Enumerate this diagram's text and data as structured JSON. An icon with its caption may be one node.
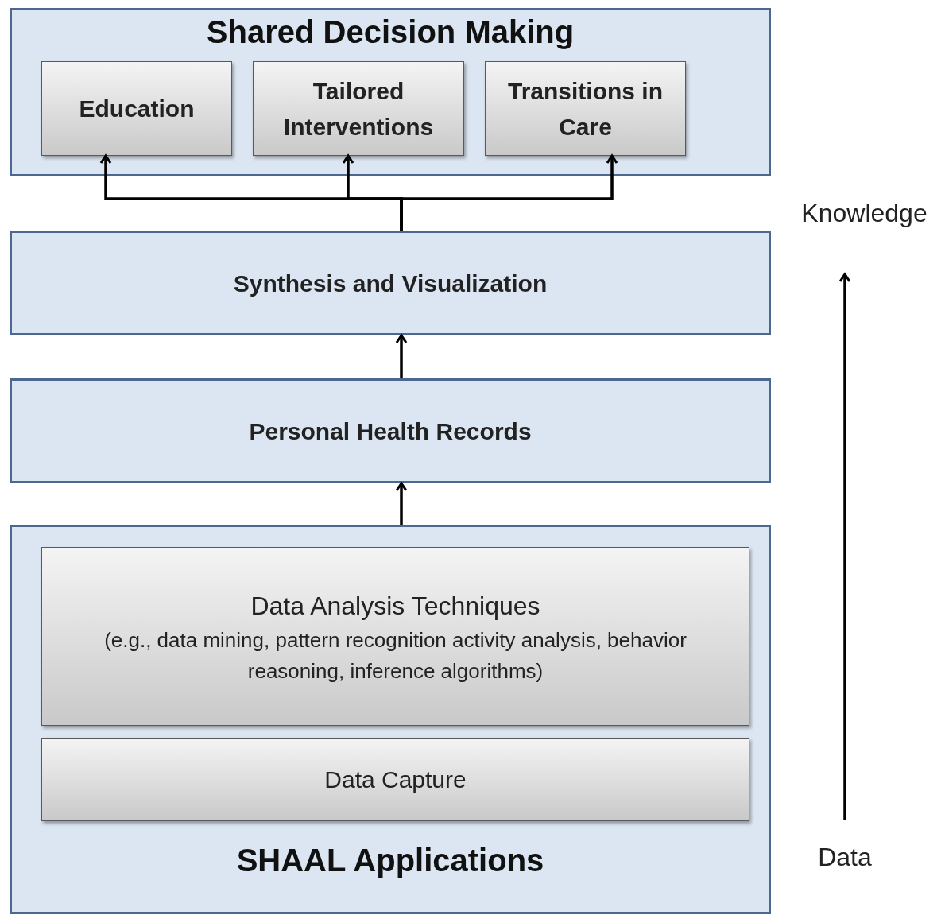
{
  "diagram": {
    "nodes": [
      {
        "text": [
          "Shared Decision Making"
        ]
      },
      {
        "text": [
          "Education"
        ],
        "in": 0
      },
      {
        "text": [
          "Tailored Interventions"
        ],
        "in": 0
      },
      {
        "text": [
          "Transitions in Care"
        ],
        "in": 0
      },
      {
        "text": [
          "Synthesis and Visualization"
        ]
      },
      {
        "text": [
          "Personal Health Records"
        ]
      },
      {
        "text": [
          "SHAAL Applications"
        ]
      },
      {
        "text": [
          "Data Analysis Techniques",
          "(e.g., data mining, pattern recognition activity analysis, behavior reasoning, inference algorithms)"
        ],
        "in": 6
      },
      {
        "text": [
          "Data Capture"
        ],
        "in": 6
      },
      {
        "text": [
          "Knowledge"
        ]
      },
      {
        "text": [
          "Data"
        ]
      }
    ],
    "edges": [
      {
        "from": 6,
        "to": 5,
        "arrow": "to"
      },
      {
        "from": 5,
        "to": 4,
        "arrow": "to"
      },
      {
        "from": 4,
        "to": 1,
        "arrow": "to"
      },
      {
        "from": 4,
        "to": 2,
        "arrow": "to"
      },
      {
        "from": 4,
        "to": 3,
        "arrow": "to"
      },
      {
        "from": 10,
        "to": 9,
        "arrow": "to"
      }
    ]
  }
}
